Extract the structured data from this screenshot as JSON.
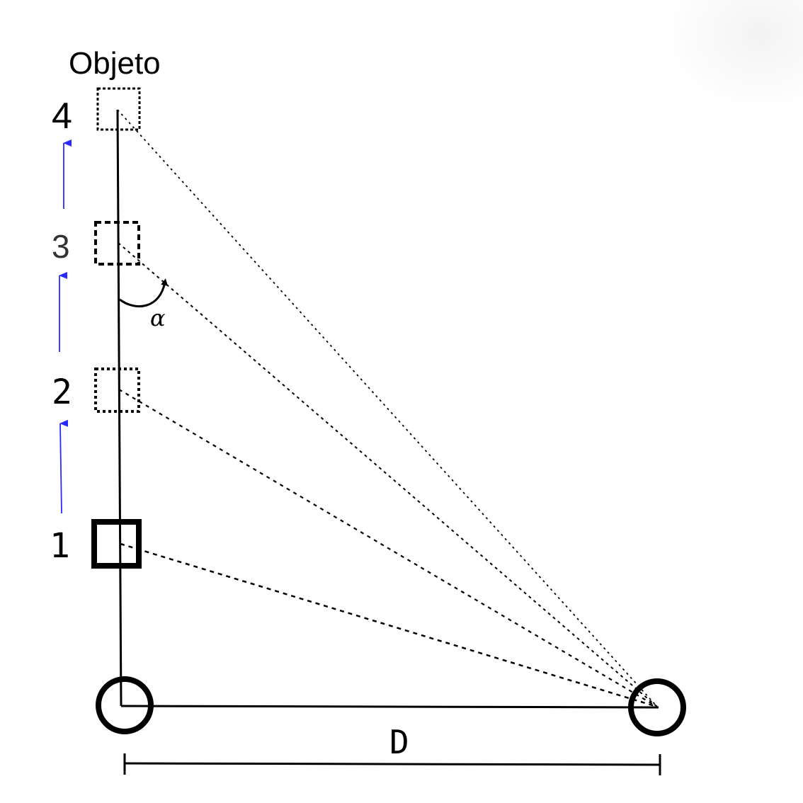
{
  "diagram": {
    "object_label": "Objeto",
    "positions": [
      {
        "label": "1",
        "style": "solid"
      },
      {
        "label": "2",
        "style": "dotted"
      },
      {
        "label": "3",
        "style": "dashed"
      },
      {
        "label": "4",
        "style": "dotted"
      }
    ],
    "angle_label": "α",
    "distance_label": "D",
    "colors": {
      "stroke": "#000000",
      "arrow": "#2a2aff",
      "number_3": "#333333"
    }
  }
}
